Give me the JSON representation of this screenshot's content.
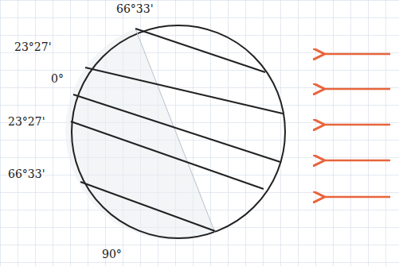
{
  "diagram": {
    "labels": [
      "66°33'",
      "23°27'",
      "0°",
      "23°27'",
      "66°33'",
      "90°"
    ]
  }
}
